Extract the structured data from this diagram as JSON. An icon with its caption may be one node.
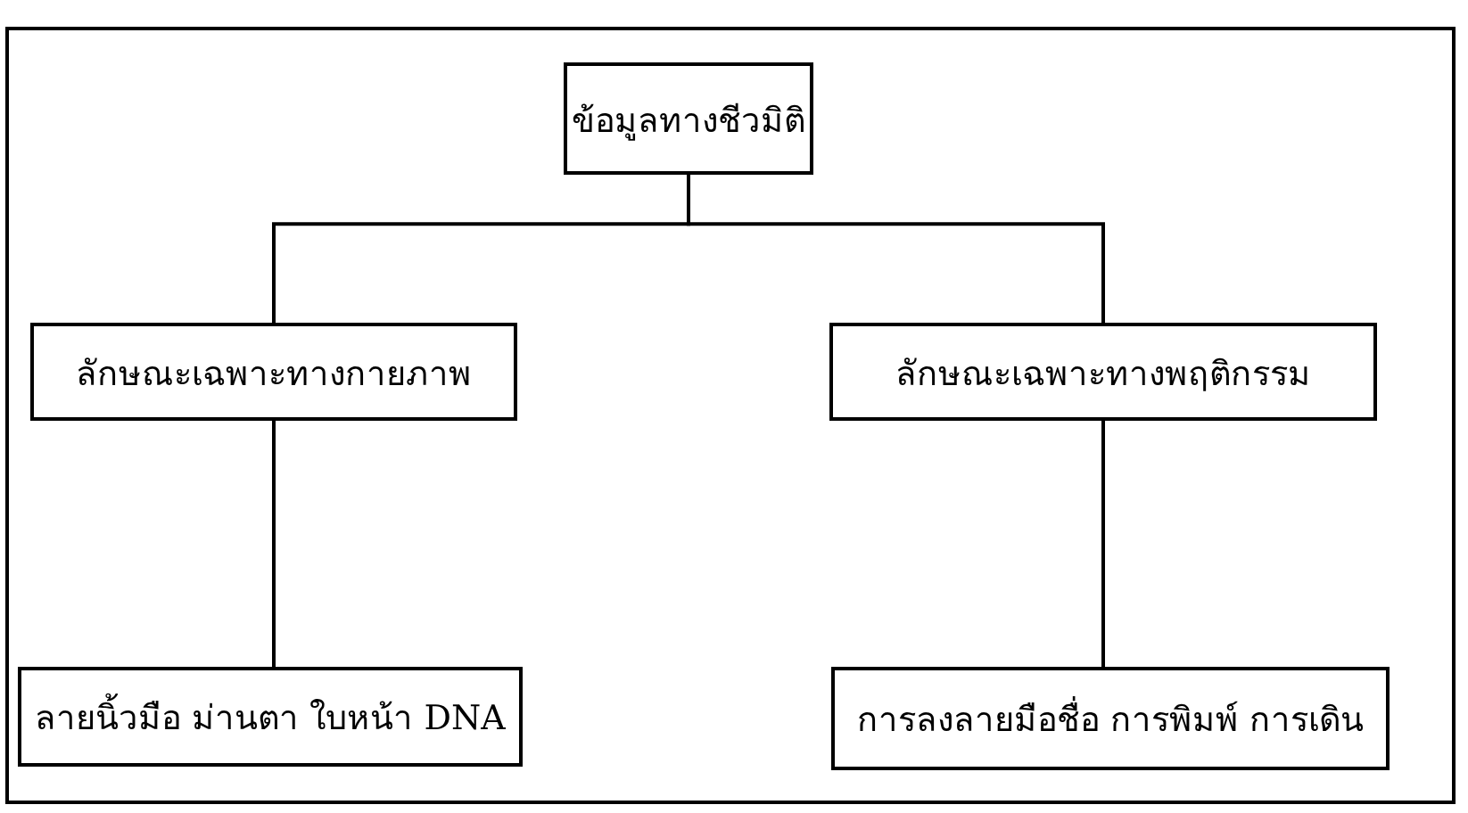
{
  "diagram": {
    "nodes": [
      {
        "text": [
          "ข้อมูลทางชีวมิติ"
        ]
      },
      {
        "text": [
          "ลักษณะเฉพาะทางกายภาพ"
        ]
      },
      {
        "text": [
          "ลักษณะเฉพาะทางพฤติกรรม"
        ]
      },
      {
        "text": [
          "ลายนิ้วมือ ม่านตา ใบหน้า DNA"
        ]
      },
      {
        "text": [
          "การลงลายมือชื่อ การพิมพ์ การเดิน"
        ]
      }
    ],
    "edges": [
      {
        "from": 0,
        "to": 1,
        "arrow": "none"
      },
      {
        "from": 0,
        "to": 2,
        "arrow": "none"
      },
      {
        "from": 1,
        "to": 3,
        "arrow": "none"
      },
      {
        "from": 2,
        "to": 4,
        "arrow": "none"
      }
    ]
  }
}
